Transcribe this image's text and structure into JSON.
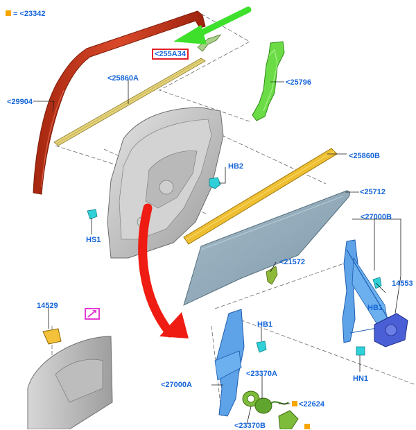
{
  "legend": {
    "text": "= <23342",
    "square_color": "#f7a600"
  },
  "highlighted_part": "<255A34",
  "labels": {
    "l_29904": "<29904",
    "l_25860A": "<25860A",
    "l_25796": "<25796",
    "l_HB2": "HB2",
    "l_HS1": "HS1",
    "l_25860B": "<25860B",
    "l_25712": "<25712",
    "l_27000B": "<27000B",
    "l_21572": "<21572",
    "l_14553": "14553",
    "l_HB1_right": "HB1",
    "l_HN1": "HN1",
    "l_14529": "14529",
    "l_HB1_mid": "HB1",
    "l_27000A": "<27000A",
    "l_23370A": "<23370A",
    "l_22624": "<22624",
    "l_23370B": "<23370B"
  },
  "colors": {
    "label_blue": "#1565d8",
    "weatherstrip_red": "#c8361c",
    "seal_tan": "#d9c46a",
    "bracket_green": "#5cd33a",
    "glass_run_orange": "#e7b321",
    "glass_blue_gray": "#8fa9b8",
    "regulator_blue": "#5a9ee6",
    "motor_blue": "#4a5fd6",
    "clip_cyan": "#2fd0d8",
    "arrow_green": "#3ee02b",
    "arrow_red": "#ee1c12",
    "door_gray": "#c8c8c8",
    "highlight_magenta": "#e43cd1"
  }
}
